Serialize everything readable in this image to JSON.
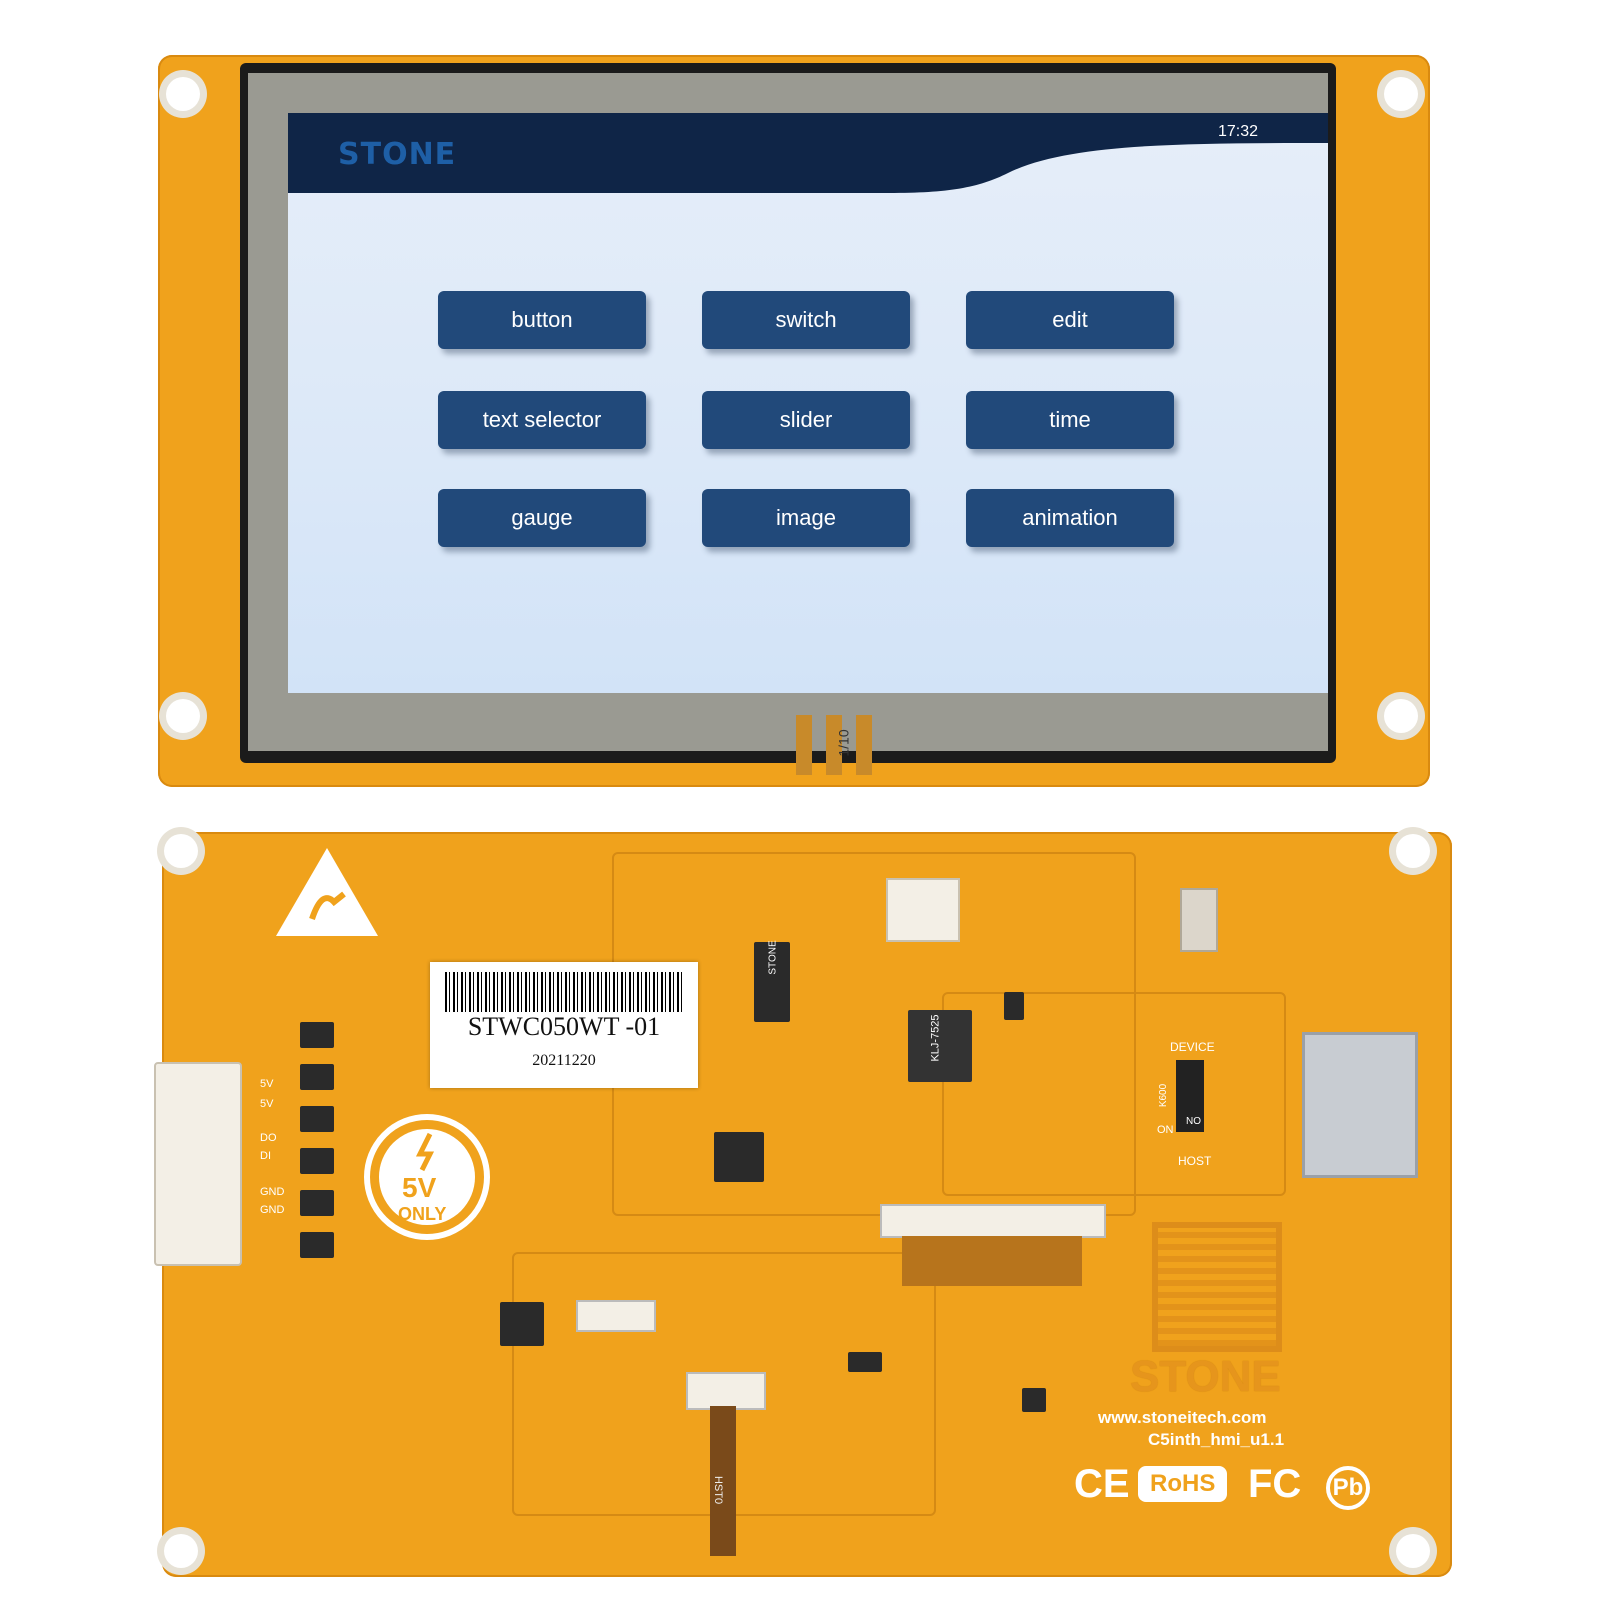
{
  "screen": {
    "brand": "STONE",
    "clock": "17:32",
    "buttons": [
      "button",
      "switch",
      "edit",
      "text selector",
      "slider",
      "time",
      "gauge",
      "image",
      "animation"
    ]
  },
  "front_board": {
    "fpc_label": "1/10"
  },
  "back_board": {
    "label_model": "STWC050WT -01",
    "label_date": "20211220",
    "power_badge": {
      "voltage": "5V",
      "note": "ONLY"
    },
    "pins": [
      "5V",
      "5V",
      "DO",
      "DI",
      "GND",
      "GND"
    ],
    "switch_labels": {
      "top": "DEVICE",
      "bottom": "HOST",
      "on": "ON",
      "no": "NO",
      "ok": "K600"
    },
    "buzzer_label": "KLJ-7525",
    "chip_label": "STONE",
    "brand": "STONE",
    "website": "www.stoneitech.com",
    "revision": "C5inth_hmi_u1.1",
    "certifications": [
      "CE",
      "RoHS",
      "FC",
      "Pb"
    ],
    "fpc_label": "HST0"
  },
  "colors": {
    "board": "#f0a21c",
    "lcd_header": "#0f2547",
    "button": "#21497a",
    "brand_blue": "#1e5fa6"
  }
}
